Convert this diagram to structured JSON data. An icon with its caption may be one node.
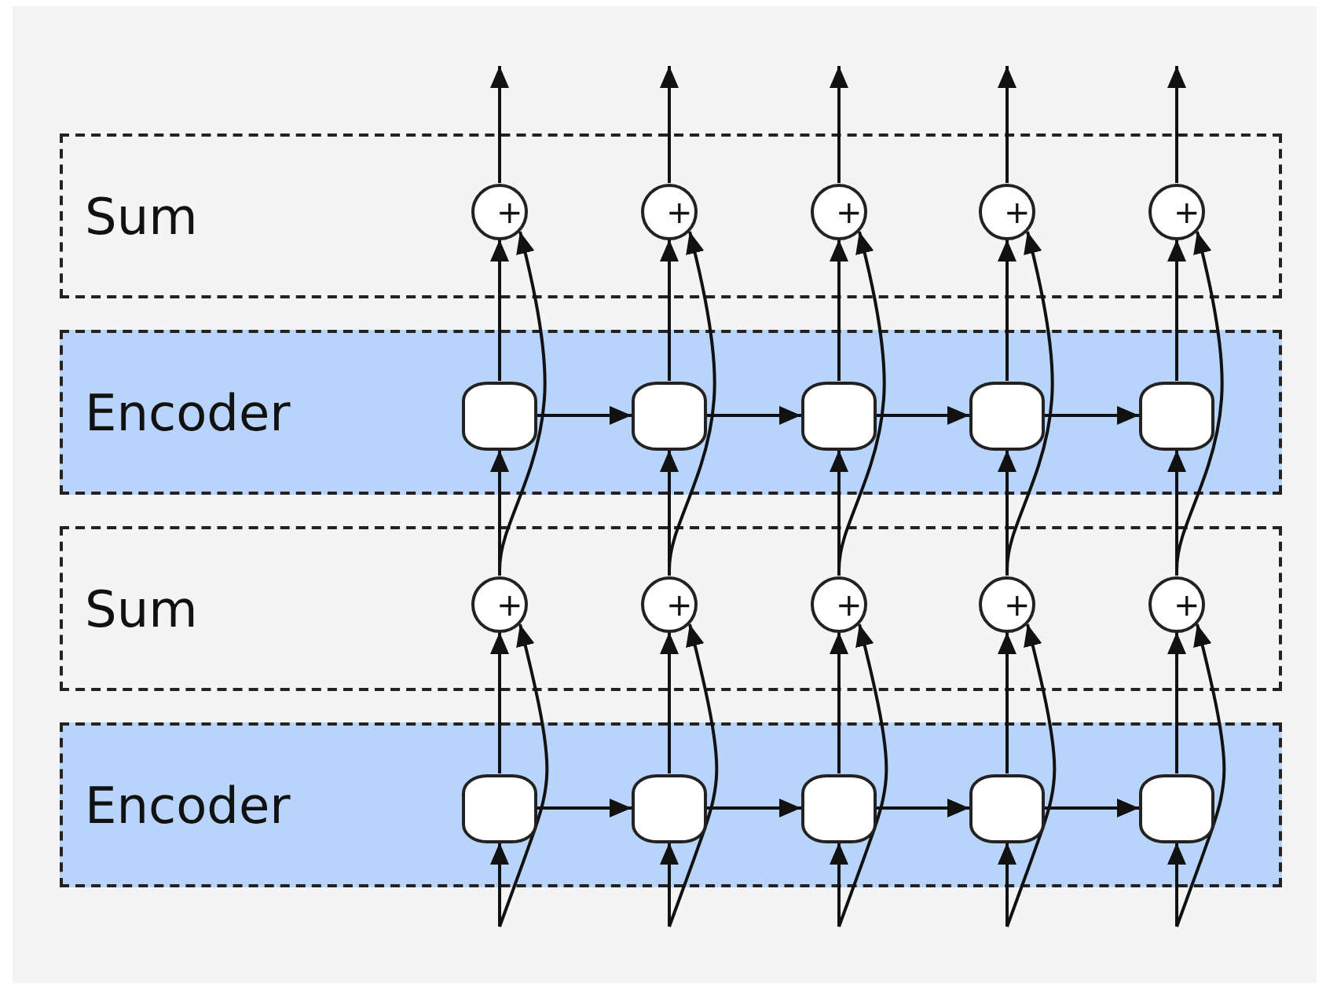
{
  "diagram": {
    "nodes": [
      {
        "text": [
          "Sum"
        ]
      },
      {
        "text": [
          "+"
        ],
        "in": 0
      },
      {
        "text": [
          "+"
        ],
        "in": 0
      },
      {
        "text": [
          "+"
        ],
        "in": 0
      },
      {
        "text": [
          "+"
        ],
        "in": 0
      },
      {
        "text": [
          "+"
        ],
        "in": 0
      },
      {
        "text": [
          "Encoder"
        ]
      },
      {
        "text": [],
        "shape": "box",
        "in": 6
      },
      {
        "text": [],
        "shape": "box",
        "in": 6
      },
      {
        "text": [],
        "shape": "box",
        "in": 6
      },
      {
        "text": [],
        "shape": "box",
        "in": 6
      },
      {
        "text": [],
        "shape": "box",
        "in": 6
      },
      {
        "text": [
          "Sum"
        ]
      },
      {
        "text": [
          "+"
        ],
        "in": 12
      },
      {
        "text": [
          "+"
        ],
        "in": 12
      },
      {
        "text": [
          "+"
        ],
        "in": 12
      },
      {
        "text": [
          "+"
        ],
        "in": 12
      },
      {
        "text": [
          "+"
        ],
        "in": 12
      },
      {
        "text": [
          "Encoder"
        ]
      },
      {
        "text": [],
        "shape": "box",
        "in": 18
      },
      {
        "text": [],
        "shape": "box",
        "in": 18
      },
      {
        "text": [],
        "shape": "box",
        "in": 18
      },
      {
        "text": [],
        "shape": "box",
        "in": 18
      },
      {
        "text": [],
        "shape": "box",
        "in": 18
      }
    ],
    "edges": [
      {
        "from": null,
        "to": 19,
        "arrow": "to"
      },
      {
        "from": null,
        "to": 20,
        "arrow": "to"
      },
      {
        "from": null,
        "to": 21,
        "arrow": "to"
      },
      {
        "from": null,
        "to": 22,
        "arrow": "to"
      },
      {
        "from": null,
        "to": 23,
        "arrow": "to"
      },
      {
        "from": null,
        "to": 13,
        "arrow": "to"
      },
      {
        "from": null,
        "to": 14,
        "arrow": "to"
      },
      {
        "from": null,
        "to": 15,
        "arrow": "to"
      },
      {
        "from": null,
        "to": 16,
        "arrow": "to"
      },
      {
        "from": null,
        "to": 17,
        "arrow": "to"
      },
      {
        "from": 19,
        "to": 20,
        "arrow": "to"
      },
      {
        "from": 20,
        "to": 21,
        "arrow": "to"
      },
      {
        "from": 21,
        "to": 22,
        "arrow": "to"
      },
      {
        "from": 22,
        "to": 23,
        "arrow": "to"
      },
      {
        "from": 19,
        "to": 13,
        "arrow": "to"
      },
      {
        "from": 20,
        "to": 14,
        "arrow": "to"
      },
      {
        "from": 21,
        "to": 15,
        "arrow": "to"
      },
      {
        "from": 22,
        "to": 16,
        "arrow": "to"
      },
      {
        "from": 23,
        "to": 17,
        "arrow": "to"
      },
      {
        "from": 13,
        "to": 7,
        "arrow": "to"
      },
      {
        "from": 14,
        "to": 8,
        "arrow": "to"
      },
      {
        "from": 15,
        "to": 9,
        "arrow": "to"
      },
      {
        "from": 16,
        "to": 10,
        "arrow": "to"
      },
      {
        "from": 17,
        "to": 11,
        "arrow": "to"
      },
      {
        "from": 13,
        "to": 1,
        "arrow": "to"
      },
      {
        "from": 14,
        "to": 2,
        "arrow": "to"
      },
      {
        "from": 15,
        "to": 3,
        "arrow": "to"
      },
      {
        "from": 16,
        "to": 4,
        "arrow": "to"
      },
      {
        "from": 17,
        "to": 5,
        "arrow": "to"
      },
      {
        "from": 7,
        "to": 8,
        "arrow": "to"
      },
      {
        "from": 8,
        "to": 9,
        "arrow": "to"
      },
      {
        "from": 9,
        "to": 10,
        "arrow": "to"
      },
      {
        "from": 10,
        "to": 11,
        "arrow": "to"
      },
      {
        "from": 7,
        "to": 1,
        "arrow": "to"
      },
      {
        "from": 8,
        "to": 2,
        "arrow": "to"
      },
      {
        "from": 9,
        "to": 3,
        "arrow": "to"
      },
      {
        "from": 10,
        "to": 4,
        "arrow": "to"
      },
      {
        "from": 11,
        "to": 5,
        "arrow": "to"
      },
      {
        "from": 1,
        "to": null,
        "arrow": "to"
      },
      {
        "from": 2,
        "to": null,
        "arrow": "to"
      },
      {
        "from": 3,
        "to": null,
        "arrow": "to"
      },
      {
        "from": 4,
        "to": null,
        "arrow": "to"
      },
      {
        "from": 5,
        "to": null,
        "arrow": "to"
      }
    ]
  }
}
